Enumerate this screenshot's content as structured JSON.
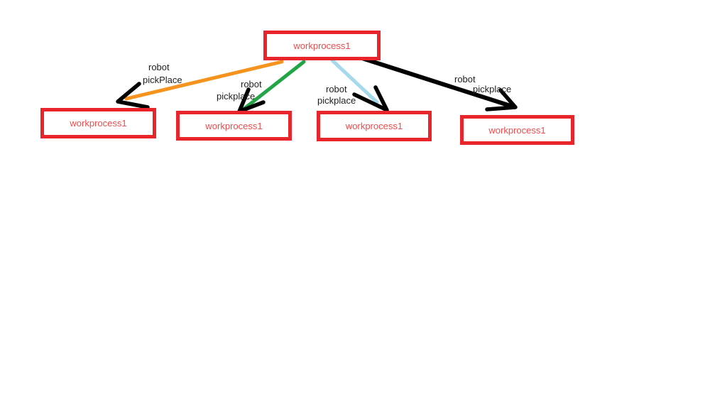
{
  "diagram": {
    "type": "tree-diagram",
    "background": "#ffffff"
  },
  "colors": {
    "node_border": "#e8252a",
    "node_text": "#f04a4a",
    "label_text": "#1f1f1f",
    "arrowhead": "#000000",
    "edge_orange": "#f6921e",
    "edge_green": "#22a546",
    "edge_blue": "#a6d9ec",
    "edge_black": "#000000"
  },
  "nodes": [
    {
      "id": "root",
      "label": "workprocess1"
    },
    {
      "id": "child-1",
      "label": "workprocess1"
    },
    {
      "id": "child-2",
      "label": "workprocess1"
    },
    {
      "id": "child-3",
      "label": "workprocess1"
    },
    {
      "id": "child-4",
      "label": "workprocess1"
    }
  ],
  "edges": [
    {
      "from": "root",
      "to": "child-1",
      "color": "#f6921e",
      "color_name": "orange",
      "label_line1": "robot",
      "label_line2": "pickPlace"
    },
    {
      "from": "root",
      "to": "child-2",
      "color": "#22a546",
      "color_name": "green",
      "label_line1": "robot",
      "label_line2": "pickplace"
    },
    {
      "from": "root",
      "to": "child-3",
      "color": "#a6d9ec",
      "color_name": "light-blue",
      "label_line1": "robot",
      "label_line2": "pickplace"
    },
    {
      "from": "root",
      "to": "child-4",
      "color": "#000000",
      "color_name": "black",
      "label_line1": "robot",
      "label_line2": "pickplace"
    }
  ]
}
